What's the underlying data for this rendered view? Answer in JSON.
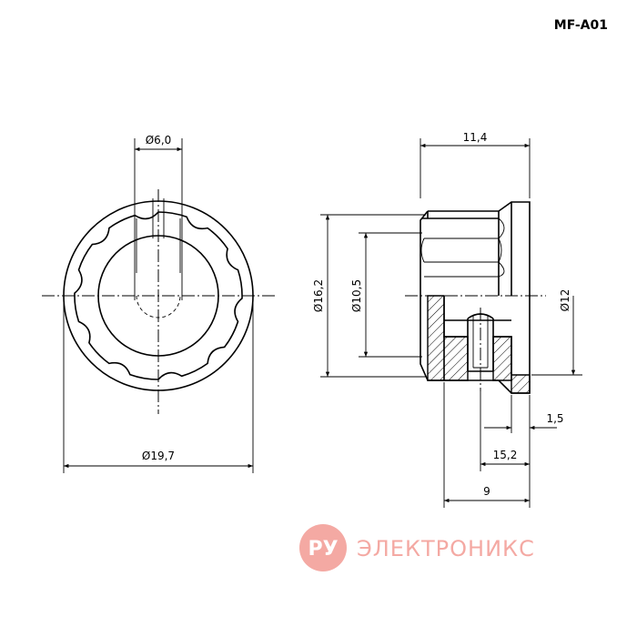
{
  "drawing": {
    "part_code": "MF-A01",
    "front_view": {
      "shaft_diameter": "Ø6,0",
      "outer_diameter": "Ø19,7"
    },
    "side_view": {
      "overall_length": "11,4",
      "body_diameter": "Ø16,2",
      "inner_diameter": "Ø10,5",
      "skirt_diameter": "Ø12",
      "flange_thickness": "1,5",
      "bore_depth": "15,2",
      "skirt_length": "9"
    }
  },
  "watermark": {
    "badge": "РУ",
    "text": "ЭЛЕКТРОНИКС",
    "color": "#f4a9a3"
  }
}
